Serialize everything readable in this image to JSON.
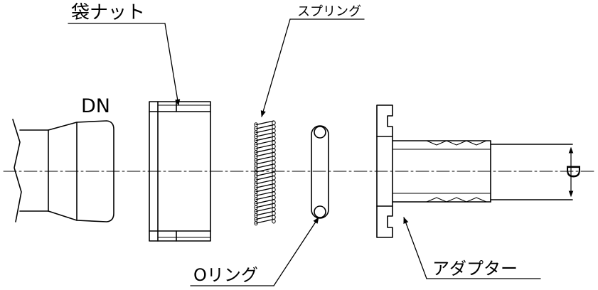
{
  "labels": {
    "cap_nut": "袋ナット",
    "spring": "スプリング",
    "dn": "DN",
    "o_ring": "Oリング",
    "adapter": "アダプター",
    "dimension_d": "D"
  }
}
